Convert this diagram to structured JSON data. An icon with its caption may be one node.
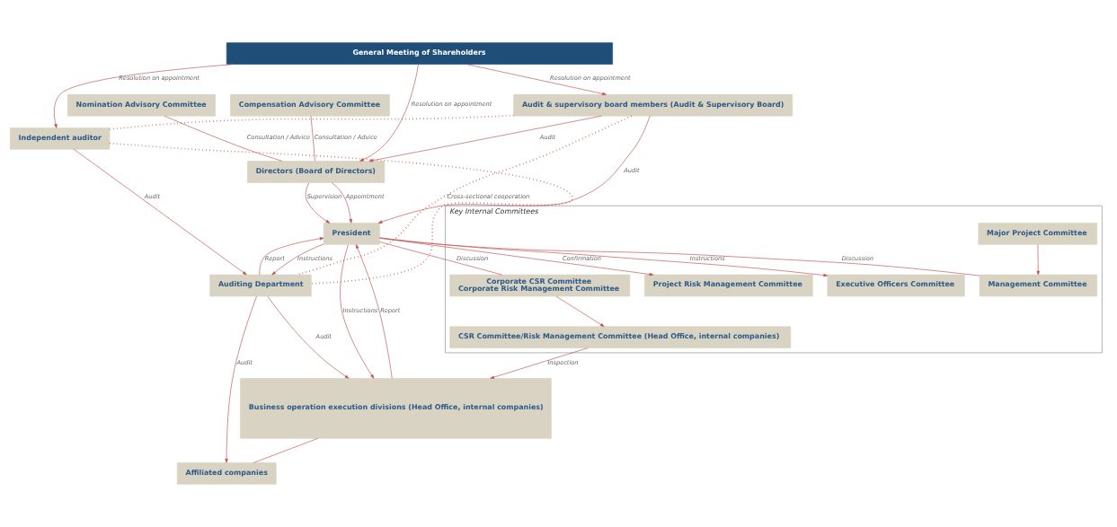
{
  "diagram": {
    "nodes": [
      {
        "text": [
          "General Meeting of Shareholders"
        ]
      },
      {
        "text": [
          "Directors (Board of Directors)"
        ]
      },
      {
        "text": [
          "Audit & supervisory board members (Audit & Supervisory Board)"
        ]
      },
      {
        "text": [
          "Independent auditor"
        ]
      },
      {
        "text": [
          "Nomination Advisory Committee"
        ]
      },
      {
        "text": [
          "Compensation Advisory Committee"
        ]
      },
      {
        "text": [
          "President"
        ]
      },
      {
        "text": [
          "Auditing Department"
        ]
      },
      {
        "text": [
          "Key Internal Committees"
        ]
      },
      {
        "text": [
          "Management Committee"
        ],
        "in": 8
      },
      {
        "text": [
          "Major Project Committee"
        ],
        "in": 8
      },
      {
        "text": [
          "Project Risk Management Committee"
        ],
        "in": 8
      },
      {
        "text": [
          "Executive Officers Committee"
        ],
        "in": 8
      },
      {
        "text": [
          "Corporate CSR Committee",
          "Corporate Risk Management Committee"
        ],
        "in": 8
      },
      {
        "text": [
          "CSR Committee/Risk Management Committee (Head Office, internal companies)"
        ],
        "in": 8
      },
      {
        "text": [
          "Business operation execution divisions (Head Office, internal companies)"
        ]
      },
      {
        "text": [
          "Affiliated companies"
        ]
      }
    ],
    "edges": [
      {
        "from": 0,
        "to": 1,
        "arrow": "to",
        "label": "Resolution on appointment"
      },
      {
        "from": 0,
        "to": 2,
        "arrow": "to",
        "label": "Resolution on appointment"
      },
      {
        "from": 0,
        "to": 3,
        "arrow": "to",
        "label": "Resolution on appointment"
      },
      {
        "from": 2,
        "to": 1,
        "arrow": "to",
        "label": "Audit"
      },
      {
        "from": 2,
        "to": 3,
        "arrow": "none",
        "style": "dashed"
      },
      {
        "from": 4,
        "to": 1,
        "arrow": "none",
        "label": "Consultation / Advice"
      },
      {
        "from": 5,
        "to": 1,
        "arrow": "none",
        "label": "Consultation / Advice"
      },
      {
        "from": 1,
        "to": 6,
        "arrow": "to",
        "label": "Supervision"
      },
      {
        "from": 1,
        "to": 6,
        "arrow": "to",
        "label": "Appointment"
      },
      {
        "from": 2,
        "to": 6,
        "arrow": "to",
        "label": "Audit"
      },
      {
        "from": 2,
        "to": 7,
        "arrow": "none",
        "style": "dashed",
        "label": "Cross-sectional cooperation"
      },
      {
        "from": 3,
        "to": 7,
        "arrow": "none",
        "style": "dashed"
      },
      {
        "from": 3,
        "to": 7,
        "arrow": "to",
        "label": "Audit"
      },
      {
        "from": 6,
        "to": 7,
        "arrow": "to",
        "label": "Instructions"
      },
      {
        "from": 7,
        "to": 6,
        "arrow": "to",
        "label": "Report"
      },
      {
        "from": 6,
        "to": 9,
        "arrow": "none",
        "label": "Discussion"
      },
      {
        "from": 6,
        "to": 11,
        "arrow": "to",
        "label": "Confirmation"
      },
      {
        "from": 6,
        "to": 12,
        "arrow": "to",
        "label": "Instructions"
      },
      {
        "from": 6,
        "to": 13,
        "arrow": "none",
        "label": "Discussion"
      },
      {
        "from": 10,
        "to": 9,
        "arrow": "to"
      },
      {
        "from": 13,
        "to": 14,
        "arrow": "to"
      },
      {
        "from": 14,
        "to": 15,
        "arrow": "to",
        "label": "Inspection"
      },
      {
        "from": 6,
        "to": 15,
        "arrow": "to",
        "label": "Instructions"
      },
      {
        "from": 15,
        "to": 6,
        "arrow": "to",
        "label": "Report"
      },
      {
        "from": 7,
        "to": 15,
        "arrow": "to",
        "label": "Audit"
      },
      {
        "from": 7,
        "to": 16,
        "arrow": "to",
        "label": "Audit"
      },
      {
        "from": 15,
        "to": 16,
        "arrow": "none"
      }
    ]
  }
}
